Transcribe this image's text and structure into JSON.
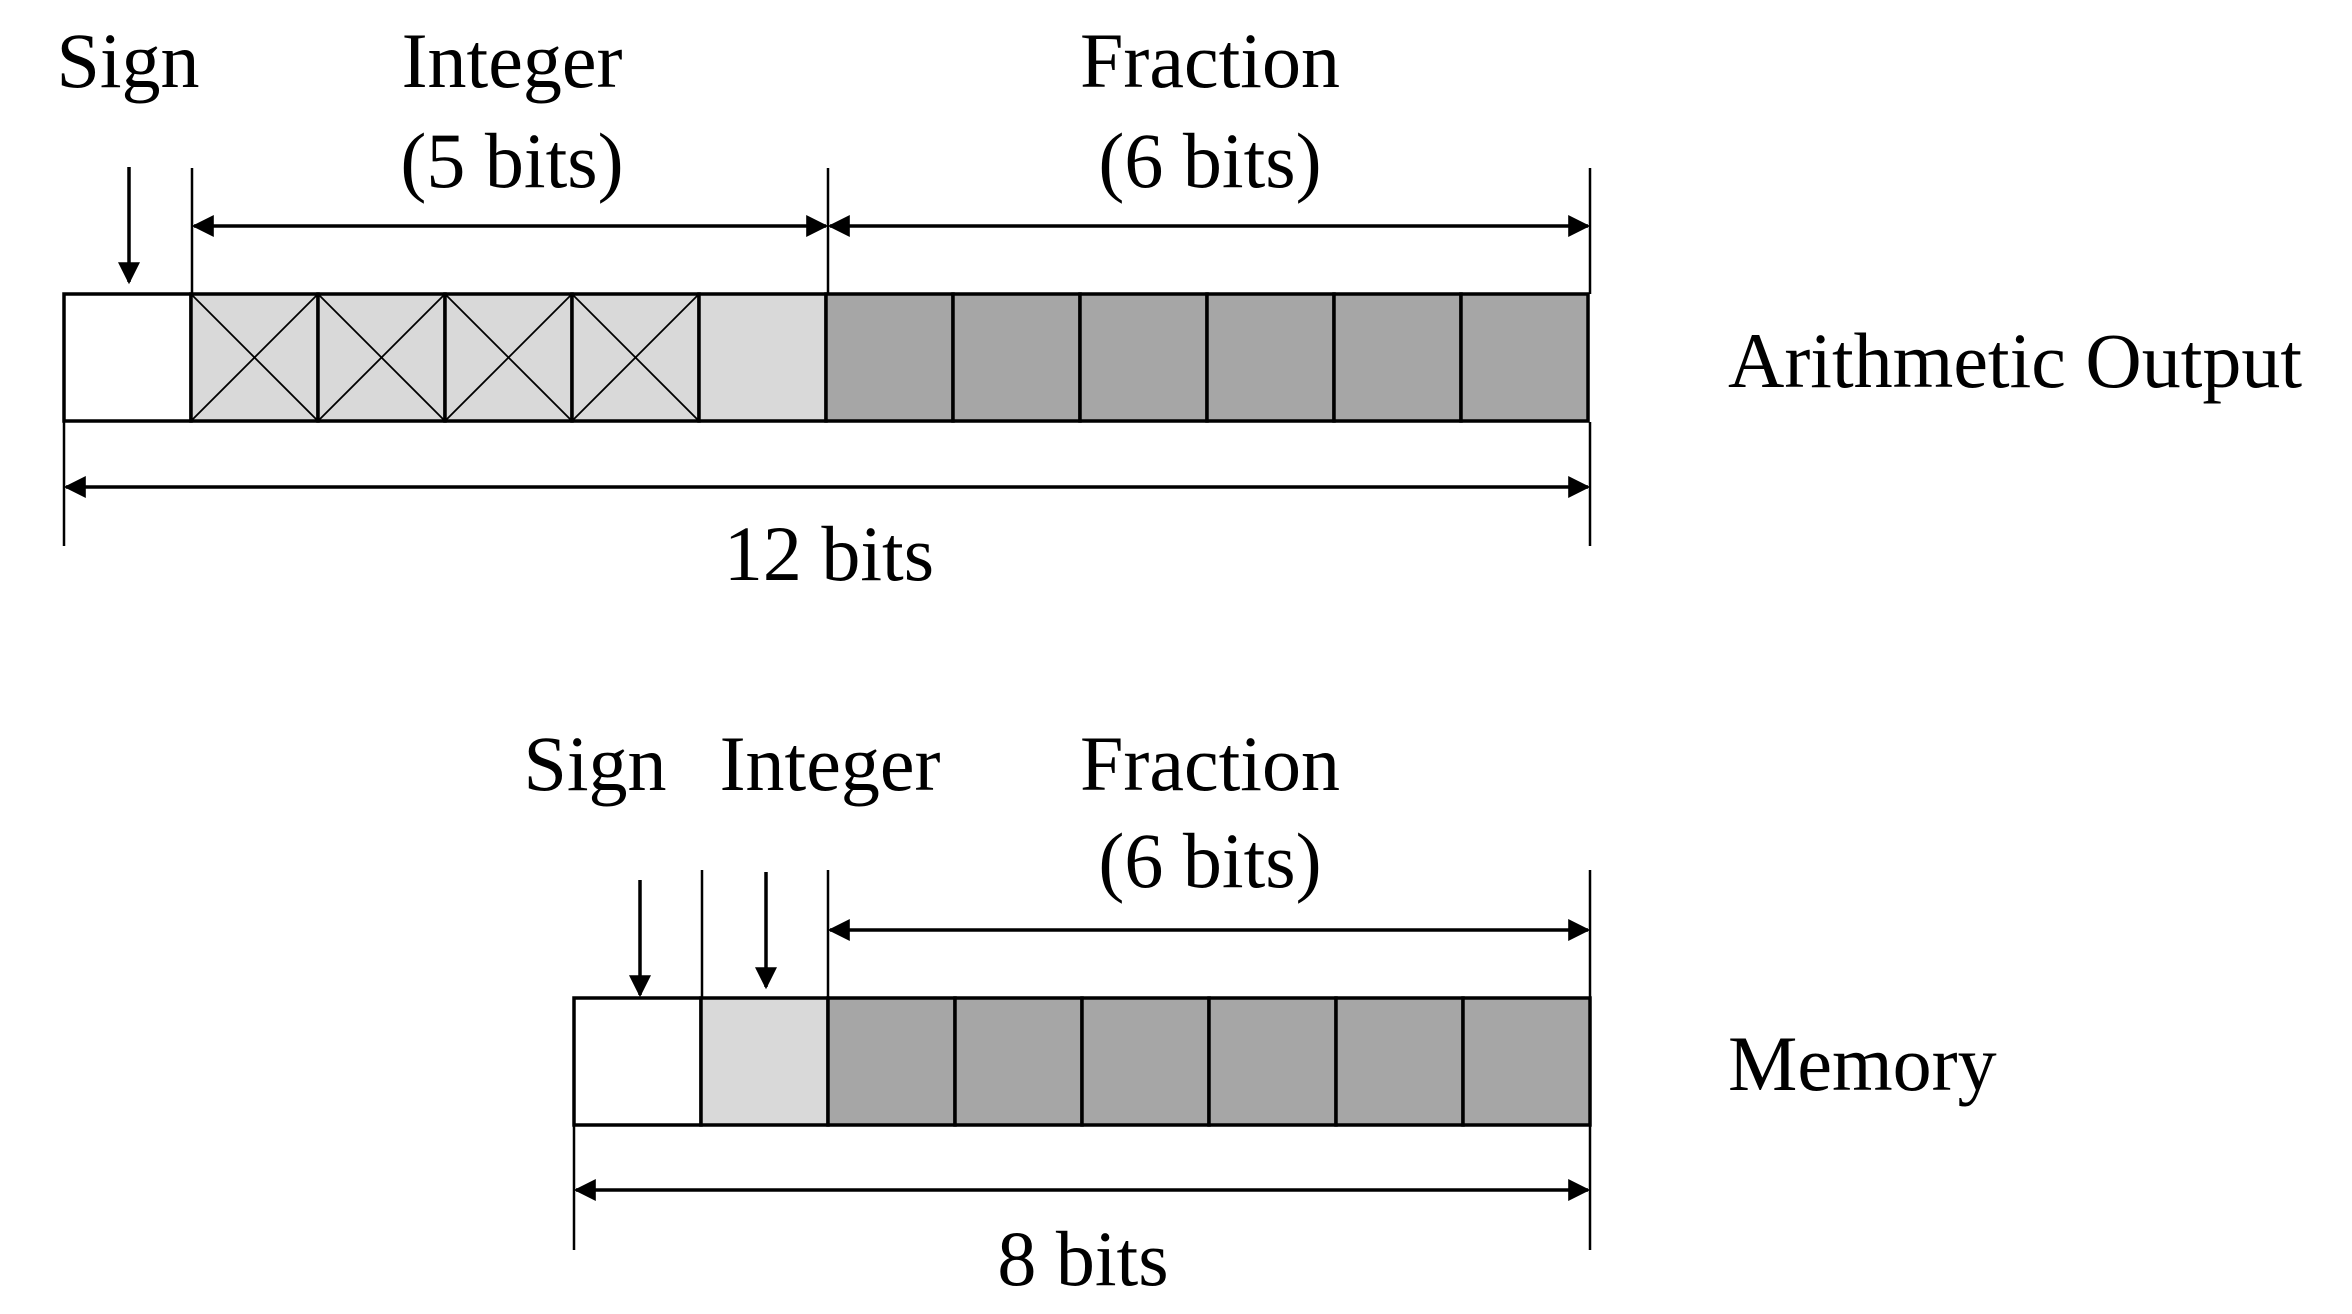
{
  "colors": {
    "sign": "#ffffff",
    "integer": "#d9d9d9",
    "fraction": "#a6a6a6",
    "stroke": "#000000"
  },
  "top": {
    "sign_label": "Sign",
    "integer_label": "Integer",
    "integer_bits": "(5 bits)",
    "fraction_label": "Fraction",
    "fraction_bits": "(6 bits)",
    "total_label": "12 bits",
    "row_label": "Arithmetic Output",
    "cells": [
      "sign",
      "integer-crossed",
      "integer-crossed",
      "integer-crossed",
      "integer-crossed",
      "integer",
      "fraction",
      "fraction",
      "fraction",
      "fraction",
      "fraction",
      "fraction"
    ]
  },
  "bottom": {
    "sign_label": "Sign",
    "integer_label": "Integer",
    "fraction_label": "Fraction",
    "fraction_bits": "(6 bits)",
    "total_label": "8 bits",
    "row_label": "Memory",
    "cells": [
      "sign",
      "integer",
      "fraction",
      "fraction",
      "fraction",
      "fraction",
      "fraction",
      "fraction"
    ]
  }
}
